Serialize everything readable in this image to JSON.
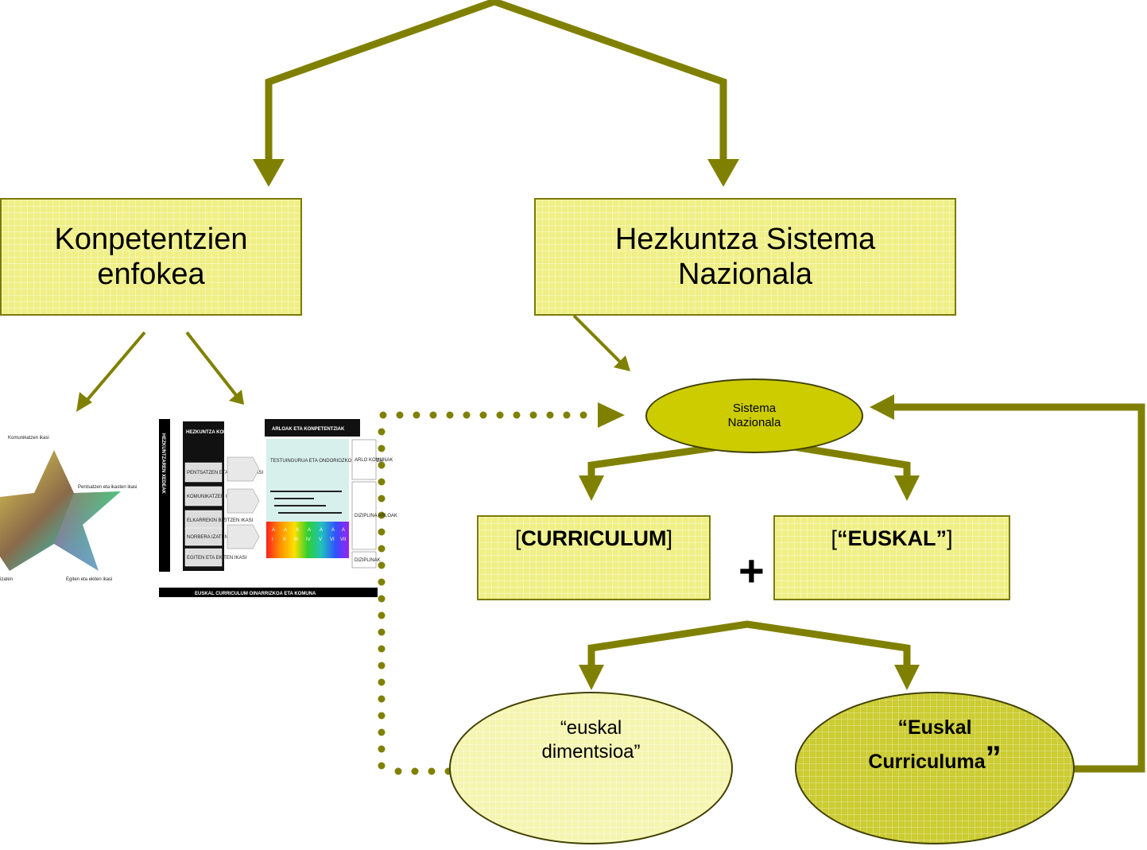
{
  "nodes": {
    "konpetentzien": {
      "line1": "Konpetentzien",
      "line2": "enfokea"
    },
    "hezkuntza": {
      "line1": "Hezkuntza Sistema",
      "line2": "Nazionala"
    },
    "sistema": {
      "line1": "Sistema",
      "line2": "Nazionala"
    },
    "curriculum": {
      "open": "[",
      "text": "CURRICULUM",
      "close": "]"
    },
    "euskal": {
      "open": "[",
      "text": "“EUSKAL”",
      "close": "]"
    },
    "plus": "+",
    "dimentsioa": {
      "line1": "“euskal",
      "line2": "dimentsioa”"
    },
    "euskal_curriculuma": {
      "line1": "“Euskal",
      "line2": "Curriculuma",
      "close_quote": "”"
    }
  },
  "star_figure": {
    "labels": {
      "top": "Komunikatzen ikasi",
      "right": "Pentsatzen eta ikasten ikasi",
      "bottom_right": "Egiten eta ekiten ikasi",
      "bottom_left": "izaten"
    }
  },
  "matrix_figure": {
    "vertical_title": "HEZKUNTZAREN XEDEAK",
    "column_header": "HEZKUNTZA KONPETENTZIA OROKORRAK",
    "competences": [
      "PENTSATZEN ETA IKASTEN IKASI",
      "KOMUNIKATZEN IKASI",
      "ELKARREKIN BIZITZEN IKASI",
      "NORBERA IZATEN IKASI",
      "EGITEN ETA EKITEN IKASI"
    ],
    "main_header": "ARLOAK ETA KONPETENTZIAK",
    "inner_header": "TESTUINGURUA ETA ONDORIOZKO IKASKUNTZA",
    "letters_top": [
      "A",
      "A",
      "A",
      "A",
      "A",
      "A",
      "A"
    ],
    "letters_bottom": [
      "I",
      "II",
      "III",
      "IV",
      "V",
      "VI",
      "VII"
    ],
    "side_labels": [
      "ARLO KOMUNAK",
      "DIZIPLINA ARLOAK",
      "DIZIPLINAK"
    ],
    "footer": "EUSKAL CURRICULUM OINARRIZKOA ETA KOMUNA"
  },
  "colors": {
    "arrow": "#808000",
    "box_fill": "#efef86",
    "oval_dark": "#cccc00"
  }
}
